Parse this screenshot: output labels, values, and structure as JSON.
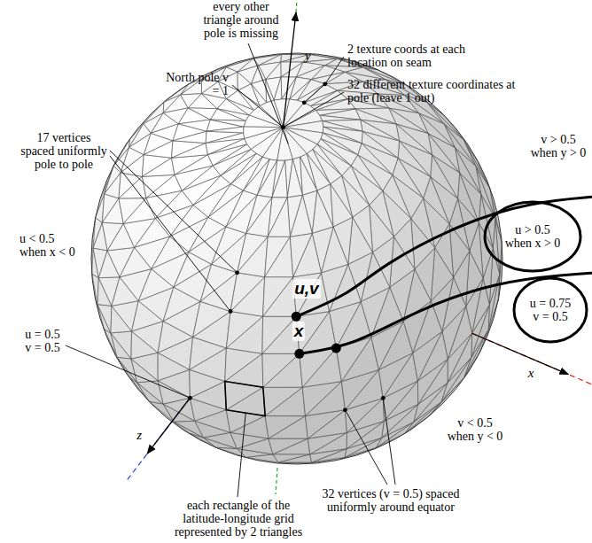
{
  "diagram": {
    "nodes": [
      {
        "text": [
          "u > 0.5 when x > 0"
        ]
      },
      {
        "text": [
          "u = 0.75 v = 0.5"
        ]
      }
    ],
    "labels": [
      "every other triangle around pole is missing",
      "2 texture coords at each location on seam",
      "North pole v = 1",
      "32 different texture coordinates at pole (leave 1 out)",
      "17 vertices spaced uniformly pole to pole",
      "v > 0.5 when y > 0",
      "u < 0.5 when x < 0",
      "u = 0.5 v = 0.5",
      "v < 0.5 when y < 0",
      "each rectangle of the latitude-longitude grid represented by 2 triangles",
      "32 vertices (v = 0.5) spaced uniformly around equator",
      "y",
      "x",
      "z",
      "u,v",
      "x"
    ]
  }
}
